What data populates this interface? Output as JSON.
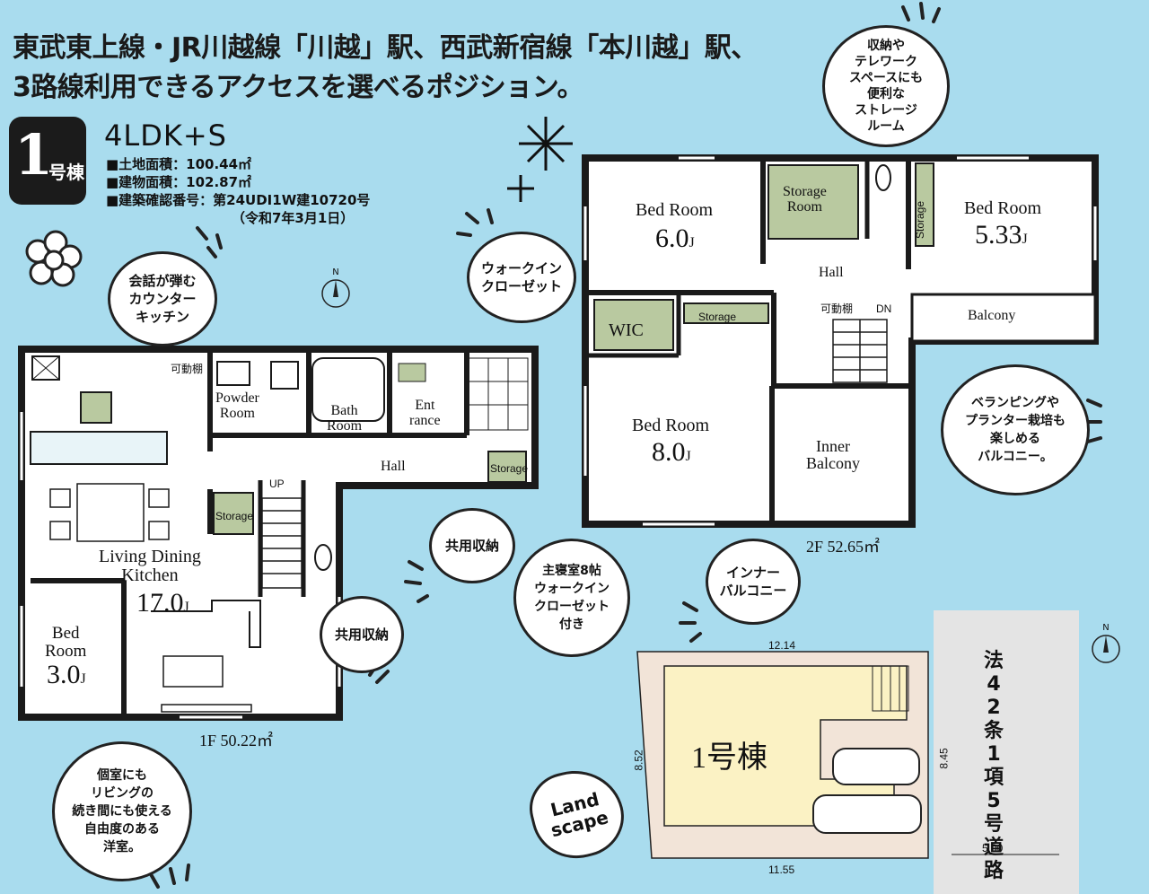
{
  "headline": {
    "line1": "東武東上線・JR川越線「川越」駅、西武新宿線「本川越」駅、",
    "line2": "3路線利用できるアクセスを選べるポジション。"
  },
  "badge": {
    "number": "1",
    "suffix": "号棟"
  },
  "plan_type": "4LDK+S",
  "specs": {
    "land_area": "■土地面積：100.44㎡",
    "building_area": "■建物面積：102.87㎡",
    "permit": "■建築確認番号：第24UDI1W建10720号",
    "permit_date": "（令和7年3月1日）"
  },
  "floor1": {
    "area": "1F  50.22㎡",
    "ldk_name": "Living Dining\nKitchen",
    "ldk_size": "17.0",
    "bed_name": "Bed\nRoom",
    "bed_size": "3.0",
    "powder": "Powder\nRoom",
    "bath": "Bath\nRoom",
    "entrance": "Ent\nrance",
    "hall": "Hall",
    "storage1": "Storage",
    "storage2": "Storage",
    "movable1": "可動棚",
    "up": "UP"
  },
  "floor2": {
    "area": "2F  52.65㎡",
    "bed1_name": "Bed Room",
    "bed1_size": "6.0",
    "bed2_name": "Bed Room",
    "bed2_size": "5.33",
    "bed3_name": "Bed Room",
    "bed3_size": "8.0",
    "storage_room": "Storage\nRoom",
    "storage_a": "Storage",
    "storage_b": "Storage",
    "wic": "WIC",
    "hall": "Hall",
    "balcony": "Balcony",
    "inner_balcony": "Inner\nBalcony",
    "dn": "DN",
    "movable": "可動棚"
  },
  "unit_j": "J",
  "bubbles": {
    "storage_room": "収納や\nテレワーク\nスペースにも\n便利な\nストレージ\nルーム",
    "walkin": "ウォークイン\nクローゼット",
    "counter_kitchen": "会話が弾む\nカウンター\nキッチン",
    "veranda": "ベランピングや\nプランター栽培も\n楽しめる\nバルコニー。",
    "shared_storage1": "共用収納",
    "master_wic": "主寝室8帖\nウォークイン\nクローゼット\n付き",
    "inner_balcony": "インナー\nバルコニー",
    "shared_storage2": "共用収納",
    "private_room": "個室にも\nリビングの\n続き間にも使える\n自由度のある\n洋室。",
    "landscape": "Land\nscape"
  },
  "site": {
    "top": "12.14",
    "bottom": "11.55",
    "left": "8.52",
    "right": "8.45",
    "road_width": "5.00",
    "lot_label": "1号棟",
    "road": "法42条1項5号道路"
  },
  "north": "N",
  "colors": {
    "background": "#a9dcee",
    "wall": "#1a1a1a",
    "green": "#b9c9a0",
    "lot": "#fbf2c4",
    "road": "#e4e4e4"
  }
}
